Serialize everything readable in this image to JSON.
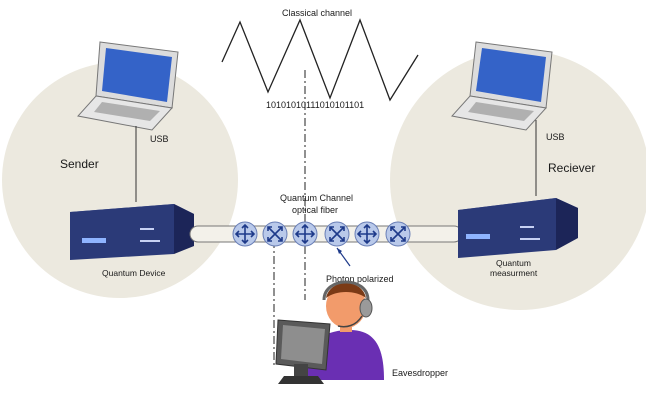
{
  "diagram": {
    "classical_channel_label": "Classical channel",
    "bitstring": "10101010111010101101",
    "sender_label": "Sender",
    "receiver_label": "Reciever",
    "usb_left": "USB",
    "usb_right": "USB",
    "quantum_channel_label": "Quantum Channel",
    "optical_fiber_label": "optical fiber",
    "quantum_device_label": "Quantum Device",
    "quantum_measurement_line1": "Quantum",
    "quantum_measurement_line2": "measurment",
    "photon_label": "Photon polarized",
    "eavesdropper_label": "Eavesdropper",
    "polarizer_count": 6,
    "colors": {
      "site_circle": "#ece9df",
      "device_front": "#2b3a78",
      "device_top": "#4a5aa3",
      "device_side": "#1c2558",
      "polarizer_fill": "#b9c9ea",
      "polarizer_arrow": "#1e3a8a",
      "person_body": "#6a2fb3",
      "person_face": "#f29b6b",
      "person_hair": "#7b3a16",
      "fiber": "#f3f1ea"
    }
  }
}
